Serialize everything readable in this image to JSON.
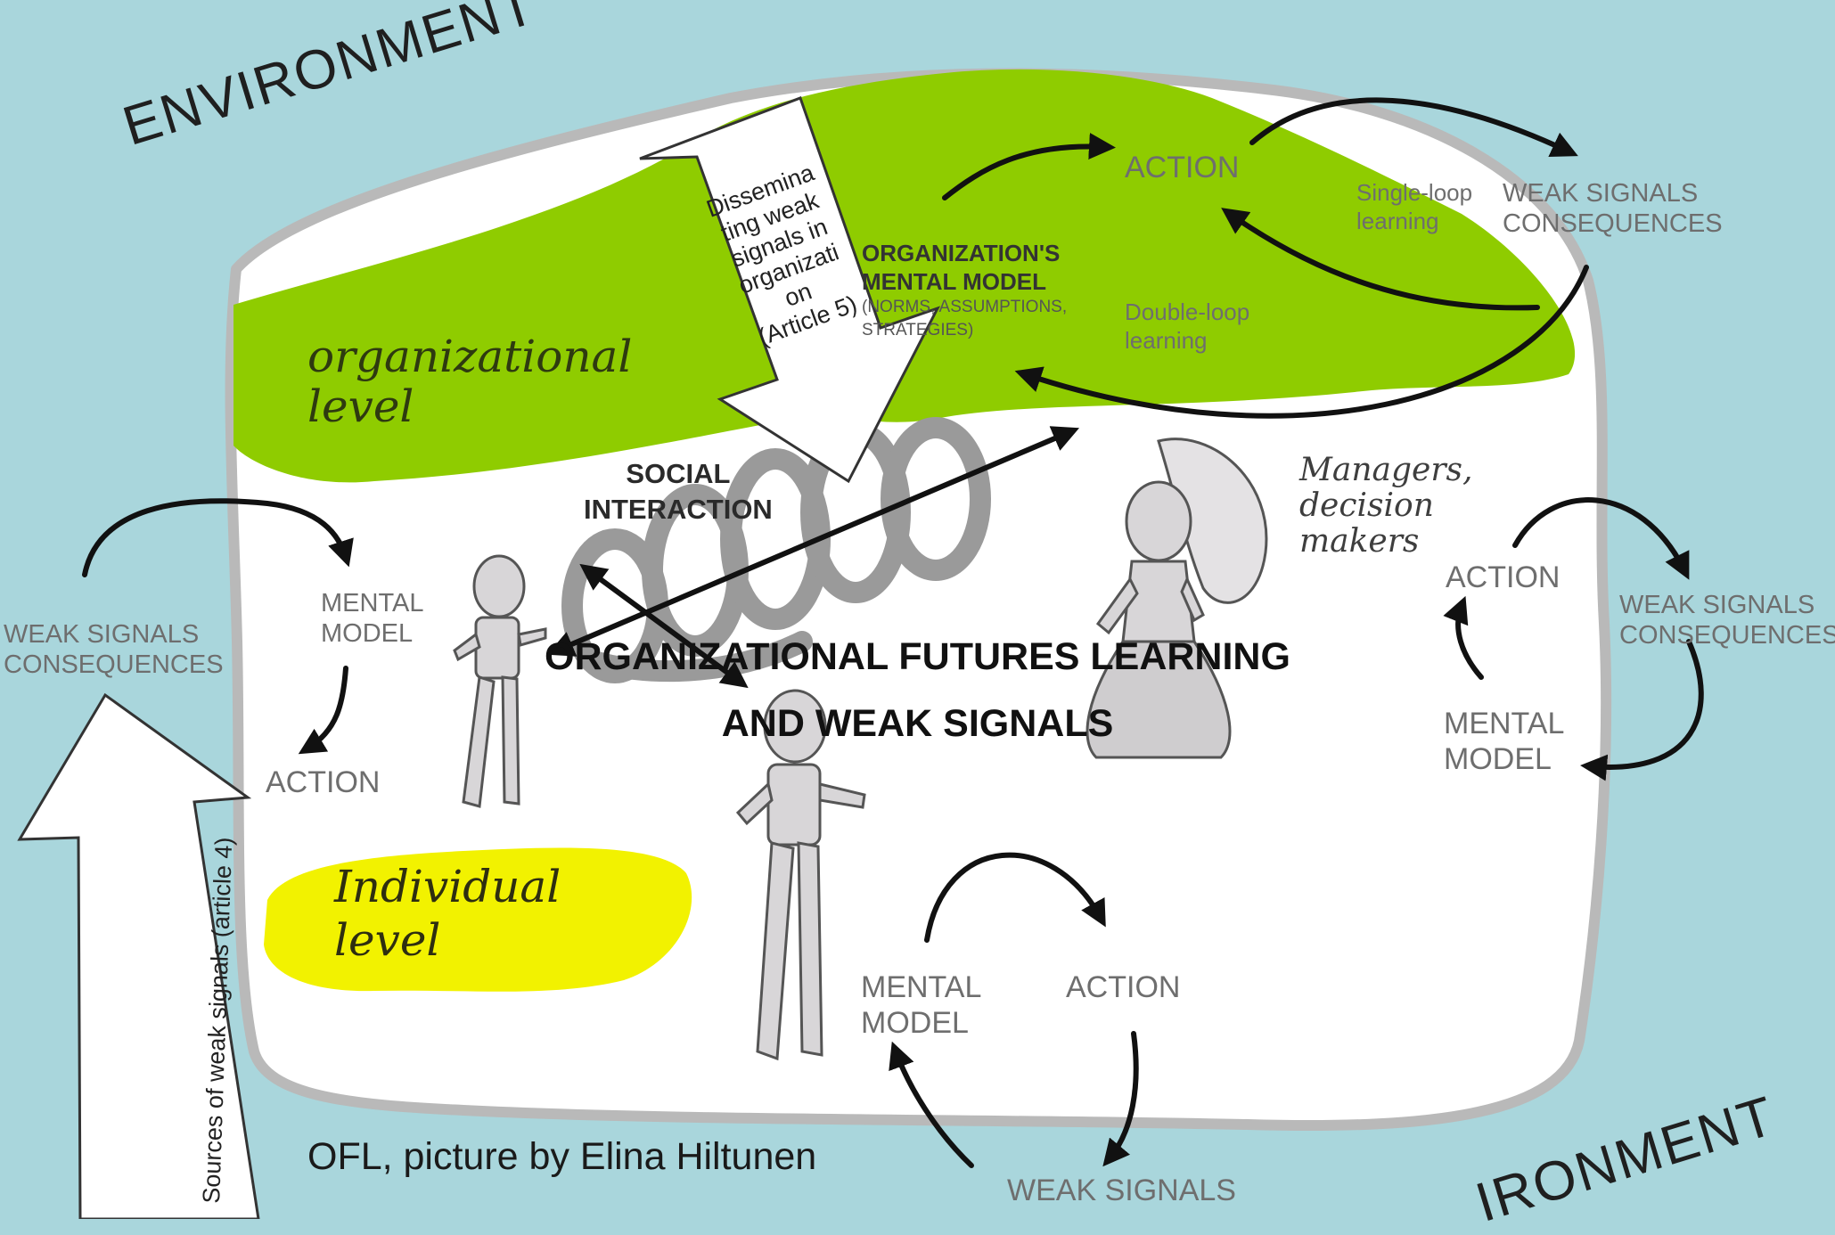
{
  "title": {
    "line1": "ORGANIZATIONAL FUTURES LEARNING",
    "line2": "AND WEAK SIGNALS"
  },
  "environment_top": "ENVIRONMENT",
  "environment_bottom": "IRONMENT",
  "organizational_level": {
    "line1": "organizational",
    "line2": "level"
  },
  "individual_level": {
    "line1": "Individual",
    "line2": "level"
  },
  "managers": {
    "line1": "Managers,",
    "line2": "decision",
    "line3": "makers"
  },
  "social_interaction": {
    "line1": "SOCIAL",
    "line2": "INTERACTION"
  },
  "org_mental_model": {
    "line1": "ORGANIZATION'S",
    "line2": "MENTAL MODEL",
    "line3": "(NORMS, ASSUMPTIONS,",
    "line4": "STRATEGIES)"
  },
  "top_loop": {
    "action": "ACTION",
    "single_loop_1": "Single-loop",
    "single_loop_2": "learning",
    "weak_1": "WEAK SIGNALS",
    "weak_2": "CONSEQUENCES",
    "double_loop_1": "Double-loop",
    "double_loop_2": "learning"
  },
  "left_loop": {
    "weak_1": "WEAK SIGNALS",
    "weak_2": "CONSEQUENCES",
    "mental_1": "MENTAL",
    "mental_2": "MODEL",
    "action": "ACTION"
  },
  "right_loop": {
    "action": "ACTION",
    "weak_1": "WEAK SIGNALS",
    "weak_2": "CONSEQUENCES",
    "mental_1": "MENTAL",
    "mental_2": "MODEL"
  },
  "bottom_loop": {
    "mental_1": "MENTAL",
    "mental_2": "MODEL",
    "action": "ACTION",
    "weak_1": "WEAK SIGNALS"
  },
  "disseminating_arrow": {
    "line1": "Dissemina",
    "line2": "ting weak",
    "line3": "signals in",
    "line4": "organizati",
    "line5": "on",
    "line6": "(Article 5)"
  },
  "sources_arrow": "Sources of weak signals (article 4)",
  "credit": "OFL, picture by Elina Hiltunen",
  "colors": {
    "background": "#a9d6dc",
    "organizational_green": "#8fcc00",
    "individual_yellow": "#f2f200",
    "border_gray": "#b9b9b9"
  }
}
